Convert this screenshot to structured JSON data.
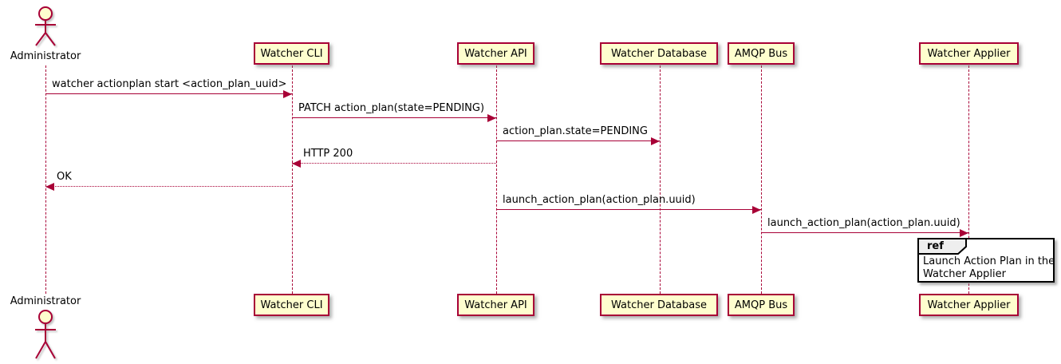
{
  "diagram_type": "UML sequence diagram",
  "actor": {
    "name": "Administrator"
  },
  "participants": [
    {
      "name": "Watcher CLI"
    },
    {
      "name": "Watcher API"
    },
    {
      "name": "Watcher Database"
    },
    {
      "name": "AMQP Bus"
    },
    {
      "name": "Watcher Applier"
    }
  ],
  "messages": [
    {
      "from": "Administrator",
      "to": "Watcher CLI",
      "label": "watcher actionplan start <action_plan_uuid>",
      "line_style": "solid",
      "direction": "right"
    },
    {
      "from": "Watcher CLI",
      "to": "Watcher API",
      "label": "PATCH action_plan(state=PENDING)",
      "line_style": "solid",
      "direction": "right"
    },
    {
      "from": "Watcher API",
      "to": "Watcher Database",
      "label": "action_plan.state=PENDING",
      "line_style": "solid",
      "direction": "right"
    },
    {
      "from": "Watcher API",
      "to": "Watcher CLI",
      "label": "HTTP 200",
      "line_style": "dotted",
      "direction": "left"
    },
    {
      "from": "Watcher CLI",
      "to": "Administrator",
      "label": "OK",
      "line_style": "dotted",
      "direction": "left"
    },
    {
      "from": "Watcher API",
      "to": "AMQP Bus",
      "label": "launch_action_plan(action_plan.uuid)",
      "line_style": "solid",
      "direction": "right"
    },
    {
      "from": "AMQP Bus",
      "to": "Watcher Applier",
      "label": "launch_action_plan(action_plan.uuid)",
      "line_style": "solid",
      "direction": "right"
    }
  ],
  "ref_fragment": {
    "keyword": "ref",
    "over": "Watcher Applier",
    "text_line1": "Launch Action Plan in the",
    "text_line2": "Watcher Applier"
  },
  "colors": {
    "participant_fill": "#FEFECE",
    "stroke": "#A80036",
    "ref_border": "#000000",
    "ref_header_fill": "#EEEEEE",
    "background": "#FFFFFF",
    "text": "#000000"
  }
}
